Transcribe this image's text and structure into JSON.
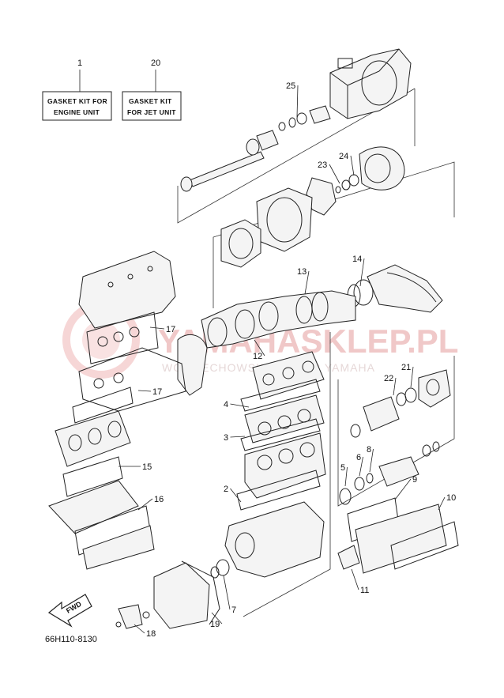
{
  "watermark": {
    "main": "YAMAHASKLEP.PL",
    "sub": "WOJCIECHOWSKI  DEALER YAMAHA"
  },
  "kits": [
    {
      "number": "1",
      "line1": "GASKET KIT FOR",
      "line2": "ENGINE UNIT"
    },
    {
      "number": "20",
      "line1": "GASKET KIT",
      "line2": "FOR JET UNIT"
    }
  ],
  "callouts": [
    "25",
    "24",
    "23",
    "14",
    "13",
    "17",
    "12",
    "17",
    "4",
    "3",
    "15",
    "16",
    "2",
    "22",
    "21",
    "5",
    "6",
    "8",
    "9",
    "10",
    "11",
    "7",
    "19",
    "18"
  ],
  "fwd_label": "FWD",
  "diagram_code": "66H110-8130"
}
